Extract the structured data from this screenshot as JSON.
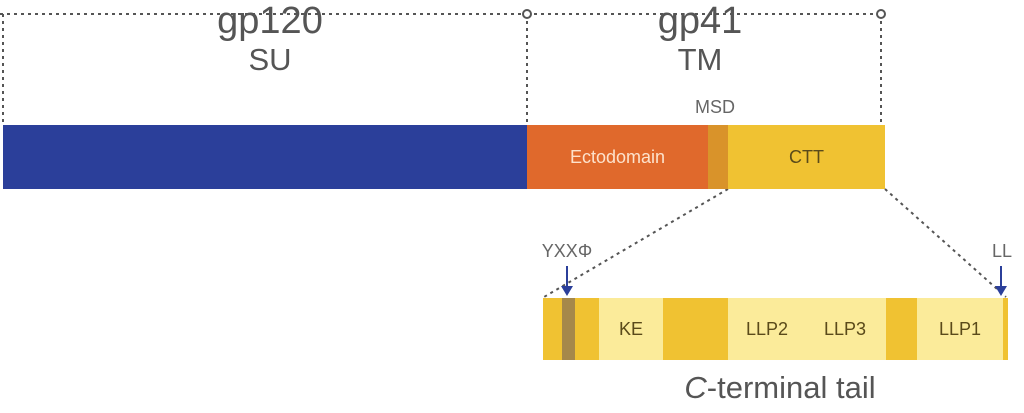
{
  "proteins": {
    "gp120": {
      "name": "gp120",
      "abbr": "SU"
    },
    "gp41": {
      "name": "gp41",
      "abbr": "TM"
    }
  },
  "domains": {
    "msd": "MSD",
    "ectodomain": "Ectodomain",
    "ctt": "CTT"
  },
  "tail": {
    "caption_italic": "C",
    "caption_rest": "-terminal tail",
    "motif_left": "YXXΦ",
    "motif_right": "LL",
    "segments": [
      "KE",
      "LLP2",
      "LLP3",
      "LLP1"
    ]
  },
  "colors": {
    "gp120": "#2b3f9a",
    "ectodomain": "#e0692c",
    "msd": "#d9932a",
    "ctt": "#f0c232",
    "tail_dark": "#f0c232",
    "tail_light": "#fbeb9a",
    "motif": "#a6884a",
    "line": "#555555"
  }
}
